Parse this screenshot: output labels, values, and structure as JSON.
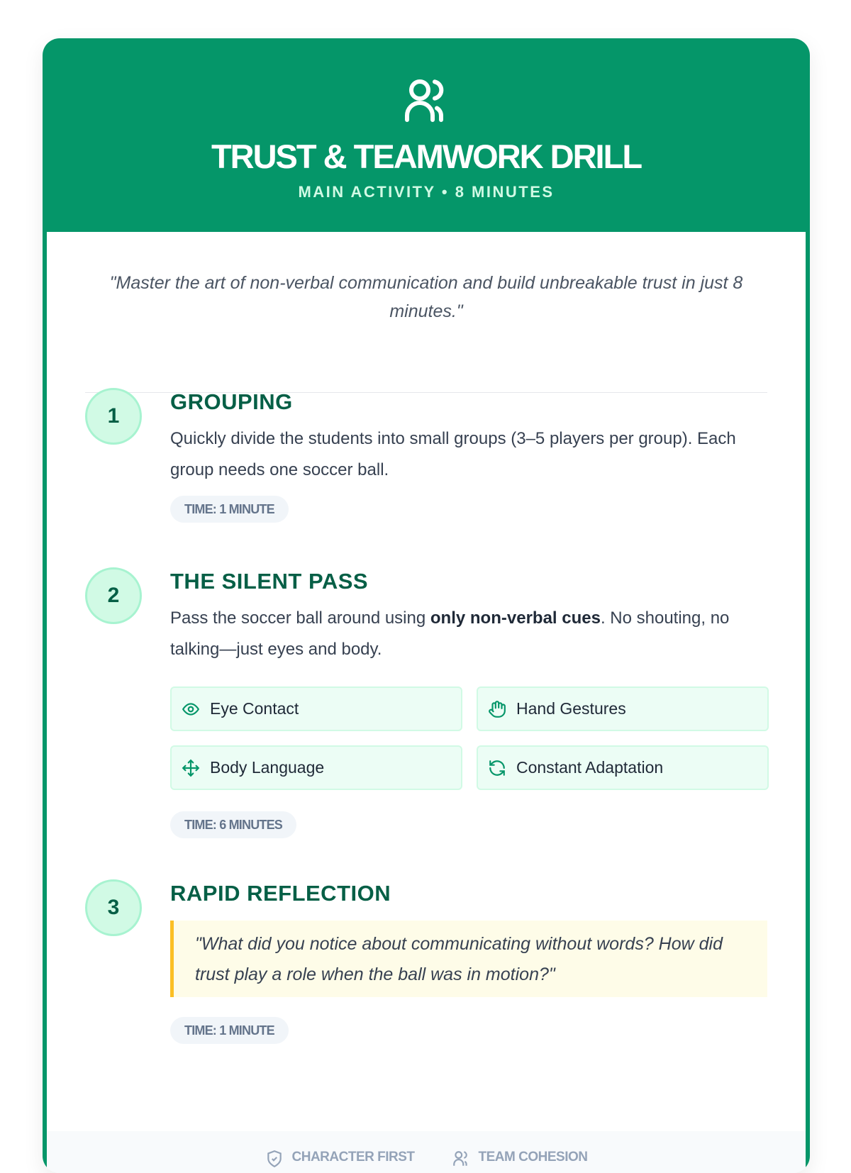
{
  "header": {
    "icon": "users-icon",
    "title": "TRUST & TEAMWORK DRILL",
    "subtitle": "MAIN ACTIVITY • 8 MINUTES"
  },
  "intro": "\"Master the art of non-verbal communication and build unbreakable trust in just 8 minutes.\"",
  "steps": [
    {
      "number": "1",
      "title": "GROUPING",
      "text": "Quickly divide the students into small groups (3–5 players per group). Each group needs one soccer ball.",
      "time": "TIME: 1 MINUTE"
    },
    {
      "number": "2",
      "title": "THE SILENT PASS",
      "text_before": "Pass the soccer ball around using ",
      "text_bold": "only non-verbal cues",
      "text_after": ". No shouting, no talking—just eyes and body.",
      "features": [
        {
          "icon": "eye-icon",
          "label": "Eye Contact"
        },
        {
          "icon": "hand-icon",
          "label": "Hand Gestures"
        },
        {
          "icon": "move-icon",
          "label": "Body Language"
        },
        {
          "icon": "refresh-icon",
          "label": "Constant Adaptation"
        }
      ],
      "time": "TIME: 6 MINUTES"
    },
    {
      "number": "3",
      "title": "RAPID REFLECTION",
      "quote": "\"What did you notice about communicating without words? How did trust play a role when the ball was in motion?\"",
      "time": "TIME: 1 MINUTE"
    }
  ],
  "footer": [
    {
      "icon": "shield-check-icon",
      "label": "CHARACTER FIRST"
    },
    {
      "icon": "users-icon",
      "label": "TEAM COHESION"
    }
  ],
  "colors": {
    "primary": "#059669",
    "dark": "#065f46",
    "accent": "#fbbf24"
  }
}
